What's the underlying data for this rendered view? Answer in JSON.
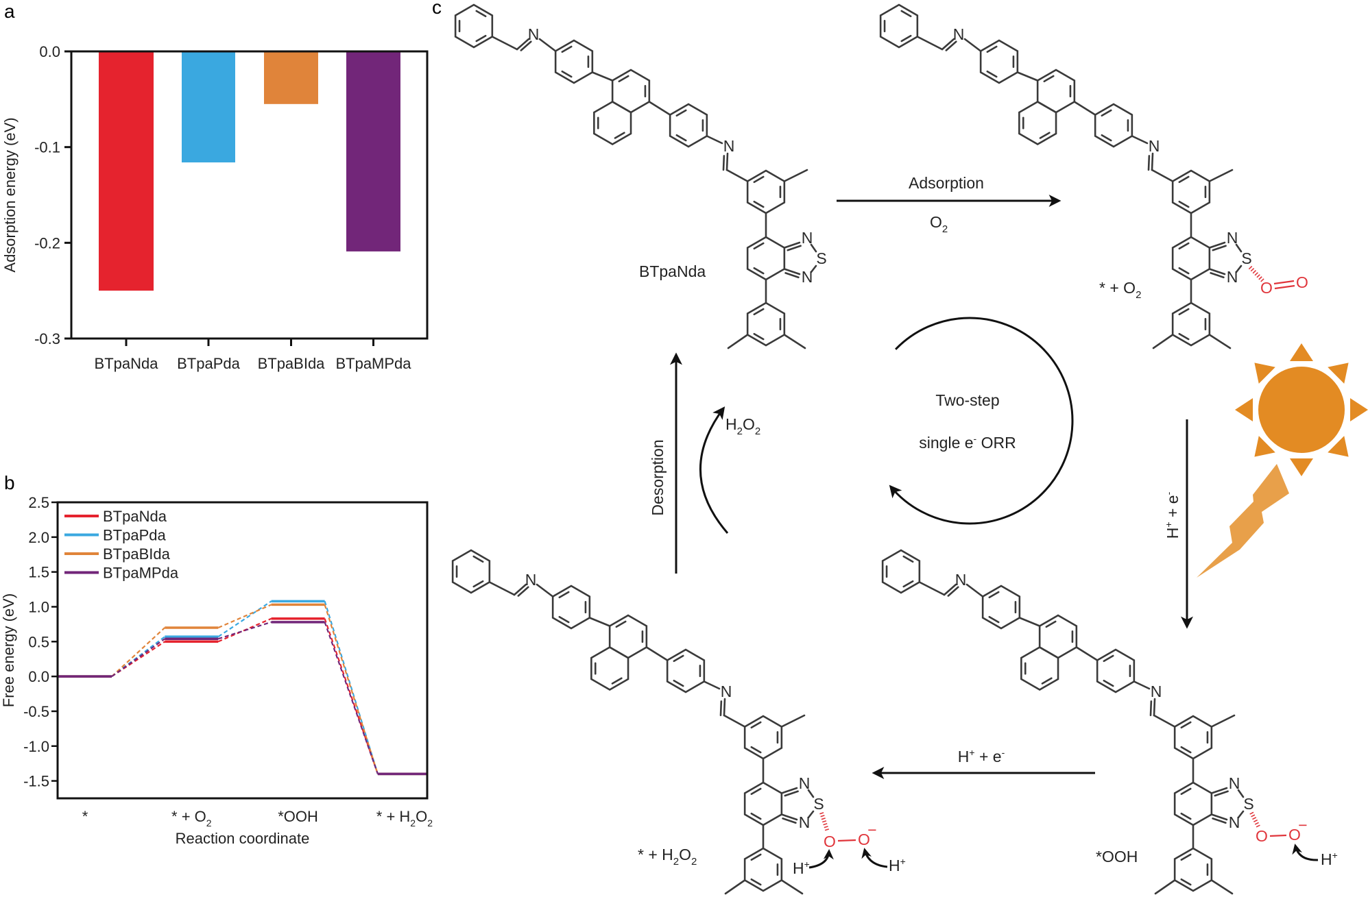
{
  "panel_labels": {
    "a": "a",
    "b": "b",
    "c": "c"
  },
  "chart_data": [
    {
      "type": "bar",
      "title": "",
      "xlabel": "",
      "ylabel": "Adsorption energy (eV)",
      "categories": [
        "BTpaNda",
        "BTpaPda",
        "BTpaBIda",
        "BTpaMPda"
      ],
      "values": [
        -0.25,
        -0.116,
        -0.055,
        -0.209
      ],
      "colors": [
        "#e5232e",
        "#3aa8e0",
        "#e0843a",
        "#722679"
      ],
      "ylim": [
        -0.3,
        0.0
      ],
      "yticks": [
        0.0,
        -0.1,
        -0.2,
        -0.3
      ],
      "grid": false
    },
    {
      "type": "line",
      "title": "",
      "xlabel": "Reaction coordinate",
      "ylabel": "Free energy (eV)",
      "categories": [
        {
          "main": "*",
          "sub": ""
        },
        {
          "main": "* + O",
          "sub": "2"
        },
        {
          "main": "*OOH",
          "sub": ""
        },
        {
          "main": "* + H",
          "sub": "2",
          "main2": "O",
          "sub2": "2"
        }
      ],
      "series": [
        {
          "name": "BTpaNda",
          "color": "#e5232e",
          "values": [
            0.0,
            0.5,
            0.83,
            -1.4
          ]
        },
        {
          "name": "BTpaPda",
          "color": "#3aa8e0",
          "values": [
            0.0,
            0.57,
            1.08,
            -1.4
          ]
        },
        {
          "name": "BTpaBIda",
          "color": "#e0843a",
          "values": [
            0.0,
            0.7,
            1.03,
            -1.4
          ]
        },
        {
          "name": "BTpaMPda",
          "color": "#722679",
          "values": [
            0.0,
            0.54,
            0.78,
            -1.4
          ]
        }
      ],
      "ylim": [
        -1.75,
        2.5
      ],
      "yticks": [
        2.5,
        2.0,
        1.5,
        1.0,
        0.5,
        0.0,
        -0.5,
        -1.0,
        -1.5
      ],
      "legend": "top-left",
      "grid": false
    }
  ],
  "diagram": {
    "atoms": {
      "N": "N",
      "S": "S",
      "O": "O",
      "minus": "−",
      "H": "H",
      "plus": "+"
    },
    "molecule_name": "BTpaNda",
    "states": {
      "o2": {
        "main": "* + O",
        "sub": "2"
      },
      "ooh": {
        "main": "*OOH"
      },
      "h2o2": {
        "main": "* + H",
        "sub": "2",
        "main2": "O",
        "sub2": "2"
      }
    },
    "steps": {
      "adsorption": "Adsorption",
      "adsorption_species": {
        "main": "O",
        "sub": "2"
      },
      "right_step": {
        "main": "H",
        "sup": "+",
        "mid": " + e",
        "sup2": "-"
      },
      "bottom_step": {
        "main": "H",
        "sup": "+",
        "mid": " + e",
        "sup2": "-"
      },
      "desorption": "Desorption",
      "desorption_species": {
        "main": "H",
        "sub": "2",
        "main2": "O",
        "sub2": "2"
      }
    },
    "cycle": {
      "line1": "Two-step",
      "line2_a": "single e",
      "line2_sup": "-",
      "line2_b": " ORR"
    },
    "colors": {
      "accent_red": "#e0353b",
      "sun": "#e38b23",
      "bolt": "#e8a04a"
    }
  }
}
